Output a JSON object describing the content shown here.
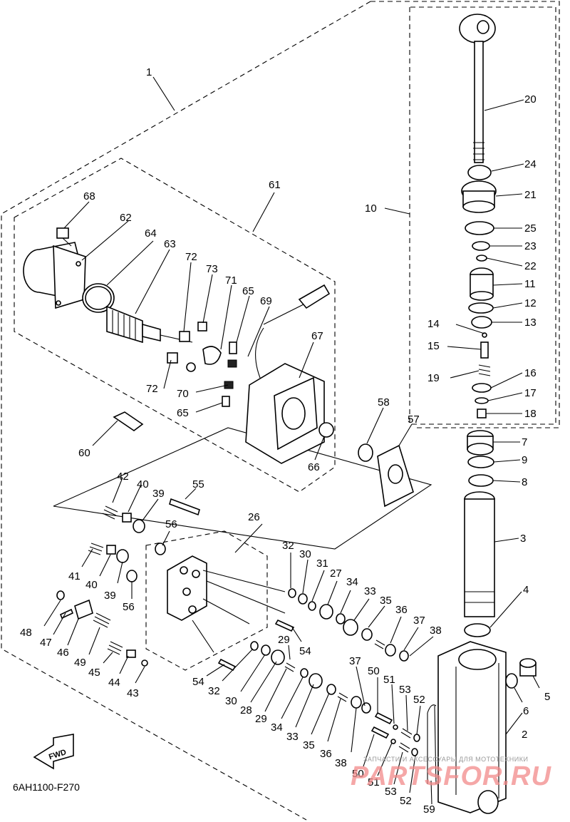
{
  "diagram_code": "6AH1100-F270",
  "fwd_label": "FWD",
  "watermark": {
    "tagline": "ЗАПЧАСТИ И АКСЕССУАРЫ ДЛЯ МОТОТЕХНИКИ",
    "brand": "PARTSFOR.RU"
  },
  "callouts": [
    {
      "id": "c1",
      "text": "1"
    },
    {
      "id": "c61",
      "text": "61"
    },
    {
      "id": "c68",
      "text": "68"
    },
    {
      "id": "c62",
      "text": "62"
    },
    {
      "id": "c64",
      "text": "64"
    },
    {
      "id": "c63",
      "text": "63"
    },
    {
      "id": "c72a",
      "text": "72"
    },
    {
      "id": "c73",
      "text": "73"
    },
    {
      "id": "c71",
      "text": "71"
    },
    {
      "id": "c65a",
      "text": "65"
    },
    {
      "id": "c69",
      "text": "69"
    },
    {
      "id": "c67",
      "text": "67"
    },
    {
      "id": "c72b",
      "text": "72"
    },
    {
      "id": "c70",
      "text": "70"
    },
    {
      "id": "c65b",
      "text": "65"
    },
    {
      "id": "c60",
      "text": "60"
    },
    {
      "id": "c58",
      "text": "58"
    },
    {
      "id": "c57",
      "text": "57"
    },
    {
      "id": "c66",
      "text": "66"
    },
    {
      "id": "c20",
      "text": "20"
    },
    {
      "id": "c24",
      "text": "24"
    },
    {
      "id": "c21",
      "text": "21"
    },
    {
      "id": "c10",
      "text": "10"
    },
    {
      "id": "c25",
      "text": "25"
    },
    {
      "id": "c23",
      "text": "23"
    },
    {
      "id": "c22",
      "text": "22"
    },
    {
      "id": "c11",
      "text": "11"
    },
    {
      "id": "c12",
      "text": "12"
    },
    {
      "id": "c14",
      "text": "14"
    },
    {
      "id": "c13",
      "text": "13"
    },
    {
      "id": "c15",
      "text": "15"
    },
    {
      "id": "c19",
      "text": "19"
    },
    {
      "id": "c16",
      "text": "16"
    },
    {
      "id": "c17",
      "text": "17"
    },
    {
      "id": "c18",
      "text": "18"
    },
    {
      "id": "c7",
      "text": "7"
    },
    {
      "id": "c9",
      "text": "9"
    },
    {
      "id": "c8",
      "text": "8"
    },
    {
      "id": "c3",
      "text": "3"
    },
    {
      "id": "c4",
      "text": "4"
    },
    {
      "id": "c42",
      "text": "42"
    },
    {
      "id": "c40a",
      "text": "40"
    },
    {
      "id": "c39a",
      "text": "39"
    },
    {
      "id": "c55",
      "text": "55"
    },
    {
      "id": "c26",
      "text": "26"
    },
    {
      "id": "c56a",
      "text": "56"
    },
    {
      "id": "c41",
      "text": "41"
    },
    {
      "id": "c40b",
      "text": "40"
    },
    {
      "id": "c39b",
      "text": "39"
    },
    {
      "id": "c56b",
      "text": "56"
    },
    {
      "id": "c32a",
      "text": "32"
    },
    {
      "id": "c30a",
      "text": "30"
    },
    {
      "id": "c31",
      "text": "31"
    },
    {
      "id": "c27",
      "text": "27"
    },
    {
      "id": "c34a",
      "text": "34"
    },
    {
      "id": "c33a",
      "text": "33"
    },
    {
      "id": "c35a",
      "text": "35"
    },
    {
      "id": "c36a",
      "text": "36"
    },
    {
      "id": "c37a",
      "text": "37"
    },
    {
      "id": "c38a",
      "text": "38"
    },
    {
      "id": "c48",
      "text": "48"
    },
    {
      "id": "c47",
      "text": "47"
    },
    {
      "id": "c46",
      "text": "46"
    },
    {
      "id": "c49",
      "text": "49"
    },
    {
      "id": "c45",
      "text": "45"
    },
    {
      "id": "c44",
      "text": "44"
    },
    {
      "id": "c43",
      "text": "43"
    },
    {
      "id": "c29a",
      "text": "29"
    },
    {
      "id": "c54a",
      "text": "54"
    },
    {
      "id": "c54b",
      "text": "54"
    },
    {
      "id": "c32b",
      "text": "32"
    },
    {
      "id": "c30b",
      "text": "30"
    },
    {
      "id": "c28",
      "text": "28"
    },
    {
      "id": "c29b",
      "text": "29"
    },
    {
      "id": "c34b",
      "text": "34"
    },
    {
      "id": "c33b",
      "text": "33"
    },
    {
      "id": "c35b",
      "text": "35"
    },
    {
      "id": "c36b",
      "text": "36"
    },
    {
      "id": "c37b",
      "text": "37"
    },
    {
      "id": "c38b",
      "text": "38"
    },
    {
      "id": "c50a",
      "text": "50"
    },
    {
      "id": "c51a",
      "text": "51"
    },
    {
      "id": "c53a",
      "text": "53"
    },
    {
      "id": "c52a",
      "text": "52"
    },
    {
      "id": "c50b",
      "text": "50"
    },
    {
      "id": "c51b",
      "text": "51"
    },
    {
      "id": "c53b",
      "text": "53"
    },
    {
      "id": "c52b",
      "text": "52"
    },
    {
      "id": "c59",
      "text": "59"
    },
    {
      "id": "c2",
      "text": "2"
    },
    {
      "id": "c6",
      "text": "6"
    },
    {
      "id": "c5",
      "text": "5"
    }
  ]
}
